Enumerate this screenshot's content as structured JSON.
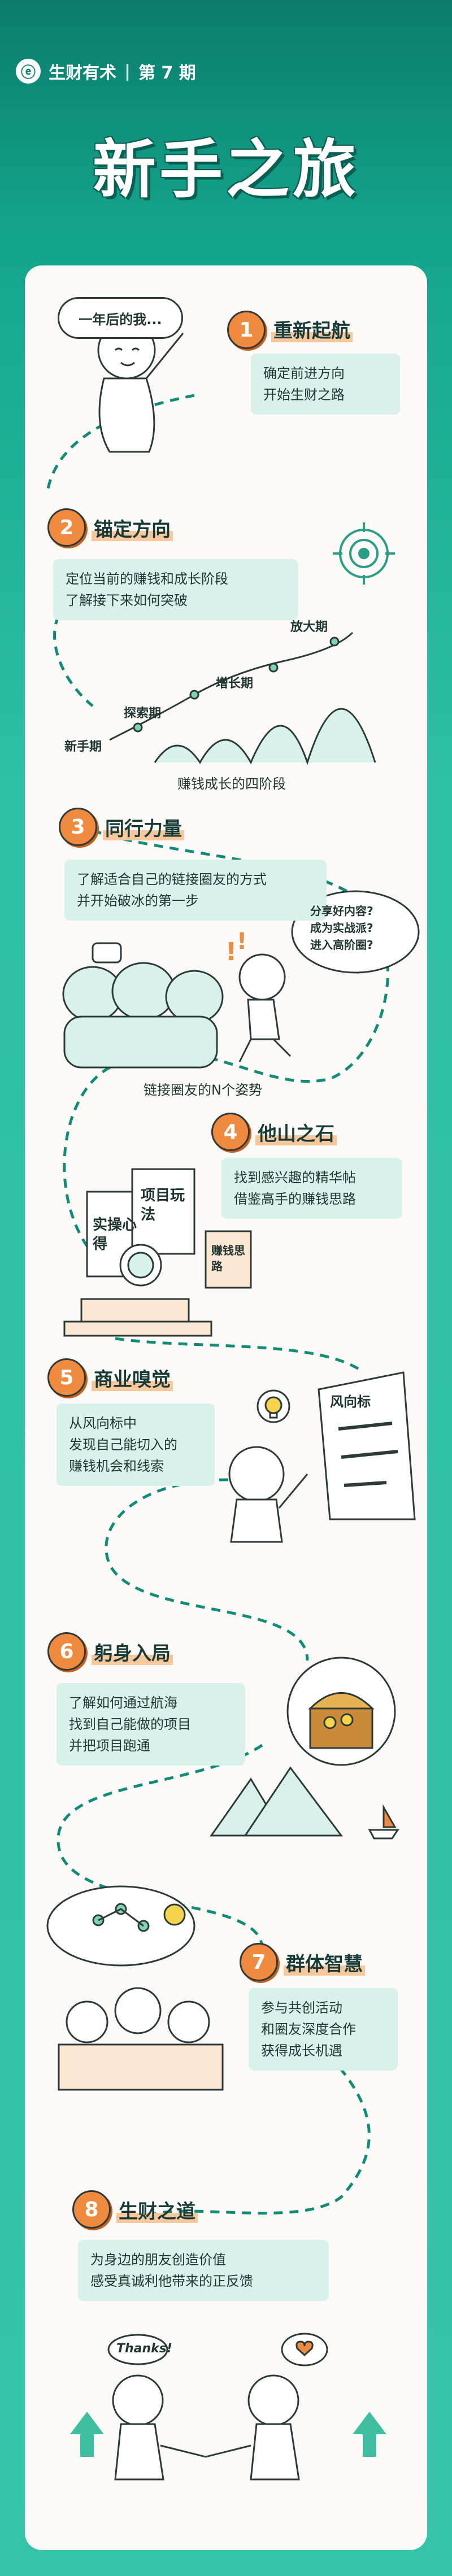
{
  "header": {
    "logo_glyph": "ⓔ",
    "brand": "生财有术",
    "issue": "第 7 期"
  },
  "title": "新手之旅",
  "steps": [
    {
      "num": "1",
      "title": "重新起航",
      "desc": [
        "确定前进方向",
        "开始生财之路"
      ]
    },
    {
      "num": "2",
      "title": "锚定方向",
      "desc": [
        "定位当前的赚钱和成长阶段",
        "了解接下来如何突破"
      ]
    },
    {
      "num": "3",
      "title": "同行力量",
      "desc": [
        "了解适合自己的链接圈友的方式",
        "并开始破冰的第一步"
      ]
    },
    {
      "num": "4",
      "title": "他山之石",
      "desc": [
        "找到感兴趣的精华帖",
        "借鉴高手的赚钱思路"
      ]
    },
    {
      "num": "5",
      "title": "商业嗅觉",
      "desc": [
        "从风向标中",
        "发现自己能切入的",
        "赚钱机会和线索"
      ]
    },
    {
      "num": "6",
      "title": "躬身入局",
      "desc": [
        "了解如何通过航海",
        "找到自己能做的项目",
        "并把项目跑通"
      ]
    },
    {
      "num": "7",
      "title": "群体智慧",
      "desc": [
        "参与共创活动",
        "和圈友深度合作",
        "获得成长机遇"
      ]
    },
    {
      "num": "8",
      "title": "生财之道",
      "desc": [
        "为身边的朋友创造价值",
        "感受真诚利他带来的正反馈"
      ]
    }
  ],
  "illustrations": {
    "speech_1": "一年后的我...",
    "stages": [
      "新手期",
      "探索期",
      "增长期",
      "放大期"
    ],
    "stages_caption": "赚钱成长的四阶段",
    "questions": [
      "分享好内容?",
      "成为实战派?",
      "进入高阶圈?"
    ],
    "group_caption": "链接圈友的N个姿势",
    "doc_1": "实操心得",
    "doc_2": "项目玩法",
    "note": "赚钱思路",
    "signpost": "风向标",
    "thanks": "Thanks!"
  },
  "colors": {
    "teal": "#14a58e",
    "orange": "#f08a3e",
    "mint": "#d8f1ea"
  },
  "icons": [
    "target-icon",
    "lightbulb-icon",
    "treasure-chest-icon",
    "sailboat-icon",
    "heart-icon",
    "arrow-up-icon"
  ]
}
